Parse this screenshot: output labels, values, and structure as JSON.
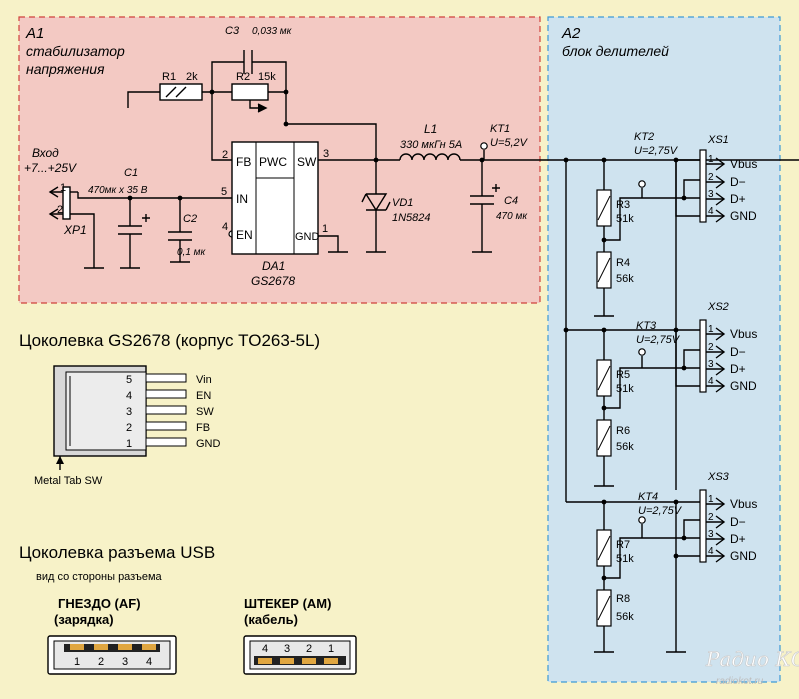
{
  "blocks": {
    "a1": {
      "id": "A1",
      "name_line1": "стабилизатор",
      "name_line2": "напряжения"
    },
    "a2": {
      "id": "A2",
      "name": "блок делителей"
    }
  },
  "input": {
    "label": "Вход",
    "range": "+7...+25V",
    "connector": "XP1",
    "pin1": "1",
    "pin2": "2"
  },
  "components": {
    "r1": {
      "ref": "R1",
      "value": "2k"
    },
    "r2": {
      "ref": "R2",
      "value": "15k"
    },
    "c3": {
      "ref": "C3",
      "value": "0,033 мк"
    },
    "c1": {
      "ref": "C1",
      "value": "470мк x 35 В"
    },
    "c2": {
      "ref": "C2",
      "value": "0,1 мк"
    },
    "l1": {
      "ref": "L1",
      "value": "330 мкГн 5А"
    },
    "kt1": {
      "ref": "KT1",
      "value": "U=5,2V"
    },
    "vd1": {
      "ref": "VD1",
      "value": "1N5824"
    },
    "c4": {
      "ref": "C4",
      "value": "470 мк"
    },
    "da1": {
      "ref": "DA1",
      "value": "GS2678",
      "fb": "FB",
      "pwc": "PWC",
      "sw": "SW",
      "in": "IN",
      "en": "EN",
      "gnd": "GND",
      "pin1": "1",
      "pin2": "2",
      "pin3": "3",
      "pin4": "4",
      "pin5": "5"
    }
  },
  "dividers": [
    {
      "tp": "KT2",
      "u": "U=2,75V",
      "xs": "XS1",
      "ra": "R3",
      "ra_val": "51k",
      "rb": "R4",
      "rb_val": "56k"
    },
    {
      "tp": "KT3",
      "u": "U=2,75V",
      "xs": "XS2",
      "ra": "R5",
      "ra_val": "51k",
      "rb": "R6",
      "rb_val": "56k"
    },
    {
      "tp": "KT4",
      "u": "U=2,75V",
      "xs": "XS3",
      "ra": "R7",
      "ra_val": "51k",
      "rb": "R8",
      "rb_val": "56k"
    }
  ],
  "usb_pins": [
    {
      "num": "1",
      "name": "Vbus"
    },
    {
      "num": "2",
      "name": "D−"
    },
    {
      "num": "3",
      "name": "D+"
    },
    {
      "num": "4",
      "name": "GND"
    }
  ],
  "pinout_gs": {
    "title": "Цоколевка GS2678 (корпус TO263-5L)",
    "pins": [
      {
        "num": "5",
        "name": "Vin"
      },
      {
        "num": "4",
        "name": "EN"
      },
      {
        "num": "3",
        "name": "SW"
      },
      {
        "num": "2",
        "name": "FB"
      },
      {
        "num": "1",
        "name": "GND"
      }
    ],
    "tab_label": "Metal Tab SW"
  },
  "pinout_usb": {
    "title": "Цоколевка разъема USB",
    "subtitle": "вид со стороны разъема",
    "socket_line1": "ГНЕЗДО (AF)",
    "socket_line2": "(зарядка)",
    "socket_pins": [
      "1",
      "2",
      "3",
      "4"
    ],
    "plug_line1": "ШТЕКЕР (AM)",
    "plug_line2": "(кабель)",
    "plug_pins": [
      "4",
      "3",
      "2",
      "1"
    ]
  },
  "watermark": {
    "brand": "Радио КОТ",
    "url": "radiokot.ru"
  },
  "colors": {
    "a1_fill": "#f3c9c3",
    "a1_border": "#d0423c",
    "a2_fill": "#cfe3ef",
    "a2_border": "#3c9ad6",
    "background": "#f7f2c8"
  }
}
